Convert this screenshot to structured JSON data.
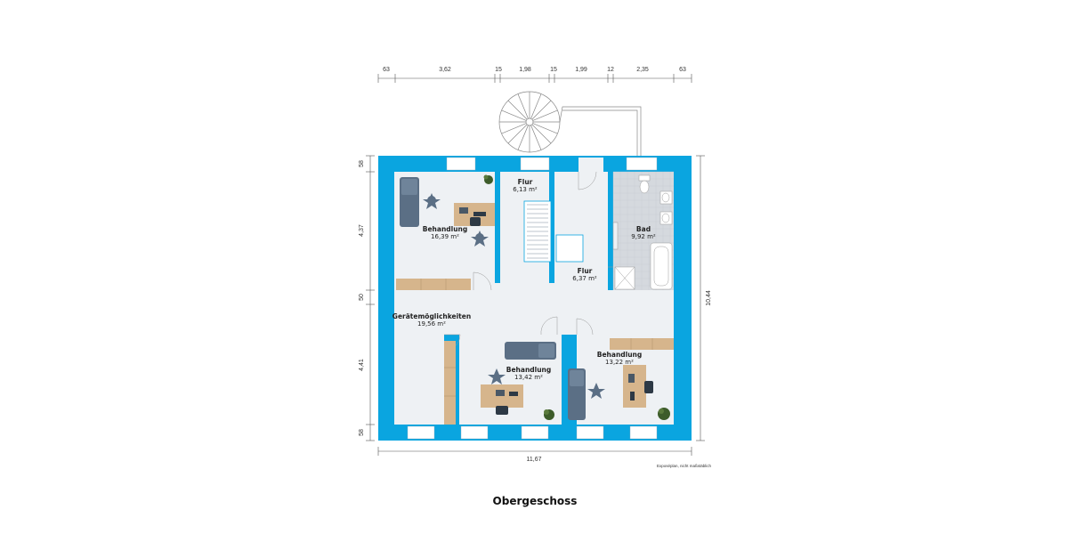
{
  "top_dimensions": [
    "63",
    "3,62",
    "15",
    "1,98",
    "15",
    "1,99",
    "12",
    "2,35",
    "63"
  ],
  "left_dimensions": [
    "58",
    "4,37",
    "50",
    "4,41",
    "58"
  ],
  "right_dimension": "10,44",
  "bottom_dimension": "11,67",
  "rooms": [
    {
      "name": "Behandlung",
      "area": "16,39 m²"
    },
    {
      "name": "Flur",
      "area": "6,13 m²"
    },
    {
      "name": "Flur",
      "area": "6,37 m²"
    },
    {
      "name": "Bad",
      "area": "9,92 m²"
    },
    {
      "name": "Gerätemöglichkeiten",
      "area": "19,56 m²"
    },
    {
      "name": "Behandlung",
      "area": "13,42 m²"
    },
    {
      "name": "Behandlung",
      "area": "13,22 m²"
    }
  ],
  "note": "Exposéplan, nicht maßstäblich",
  "floor_title": "Obergeschoss",
  "colors": {
    "wall": "#0aa5e0",
    "floor": "#eef1f4",
    "window": "#ffffff",
    "wood": "#d6b58c",
    "furniture": "#5b6f85",
    "tile": "#d5d9de",
    "plant": "#3d5c2a"
  },
  "icons": [
    "spiral-staircase-icon",
    "straight-staircase-icon",
    "treatment-bed-icon",
    "desk-icon",
    "chair-icon",
    "stool-icon",
    "plant-icon",
    "toilet-icon",
    "sink-icon",
    "bathtub-icon",
    "shower-icon",
    "door-swing-icon"
  ]
}
